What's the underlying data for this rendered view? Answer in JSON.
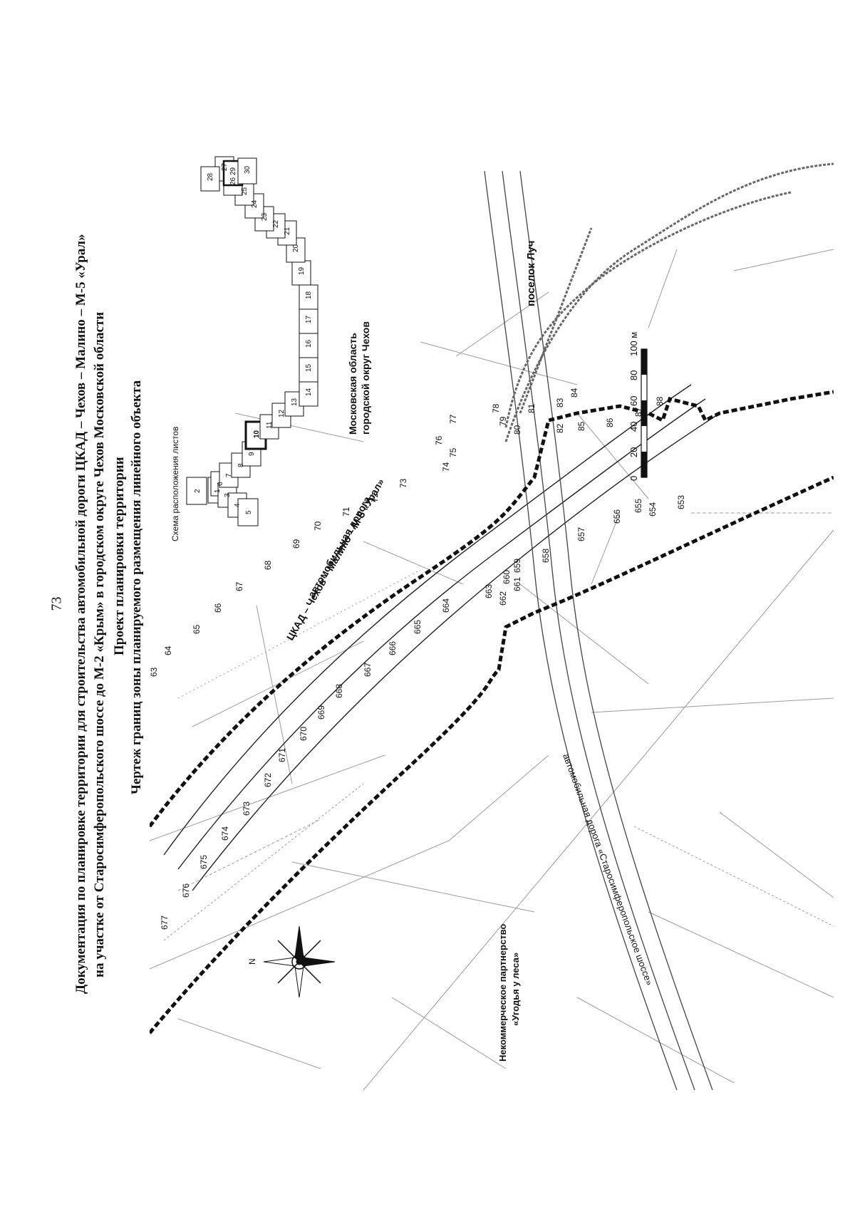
{
  "page": {
    "number": "73"
  },
  "title": {
    "line1": "Документация по планировке территории для строительства автомобильной дороги ЦКАД – Чехов – Малино – М-5 «Урал»",
    "line2": "на участке от Старосимферопольского шоссе до М-2 «Крым» в городском округе Чехов Московской области",
    "line3": "Проект планировки территории",
    "line4": "Чертеж границ зоны планируемого размещения линейного объекта"
  },
  "map": {
    "inset_title": "Схема расположения листов",
    "sheets": [
      "1",
      "2",
      "3",
      "4",
      "5",
      "6",
      "7",
      "8",
      "9",
      "10",
      "11",
      "12",
      "13",
      "14",
      "15",
      "16",
      "17",
      "18",
      "19",
      "20",
      "21",
      "22",
      "23",
      "24",
      "25",
      "26",
      "27",
      "28",
      "29",
      "30"
    ],
    "highlighted_sheet": "10",
    "road_label_1": "автомобильная дорога",
    "road_label_2": "ЦКАД – Чехов – Малино – М-5 «Урал»",
    "region_label_1": "Московская область",
    "region_label_2": "городской округ Чехов",
    "village_label": "поселок Луч",
    "partnership_label_1": "Некоммерческое партнерство",
    "partnership_label_2": "«Угодья у леса»",
    "old_road_label": "автомобильная дорога «Старосимферопольское шоссе»",
    "north_label": "N",
    "scale": {
      "ticks": [
        "0",
        "20",
        "40",
        "60",
        "80",
        "100 м"
      ]
    },
    "upper_boundary_points": [
      "63",
      "64",
      "65",
      "66",
      "67",
      "68",
      "69",
      "70",
      "71",
      "72",
      "73",
      "74",
      "75",
      "76",
      "77",
      "78",
      "79",
      "80",
      "81",
      "82",
      "83",
      "84",
      "85",
      "86",
      "87",
      "88"
    ],
    "lower_boundary_points": [
      "653",
      "654",
      "655",
      "656",
      "657",
      "658",
      "659",
      "660",
      "661",
      "662",
      "663",
      "664",
      "665",
      "666",
      "667",
      "668",
      "669",
      "670",
      "671",
      "672",
      "673",
      "674",
      "675",
      "676",
      "677"
    ]
  },
  "colors": {
    "ink": "#111111",
    "boundary": "#111111",
    "faint_line": "#9a9a9a",
    "road_dots": "#555555"
  }
}
